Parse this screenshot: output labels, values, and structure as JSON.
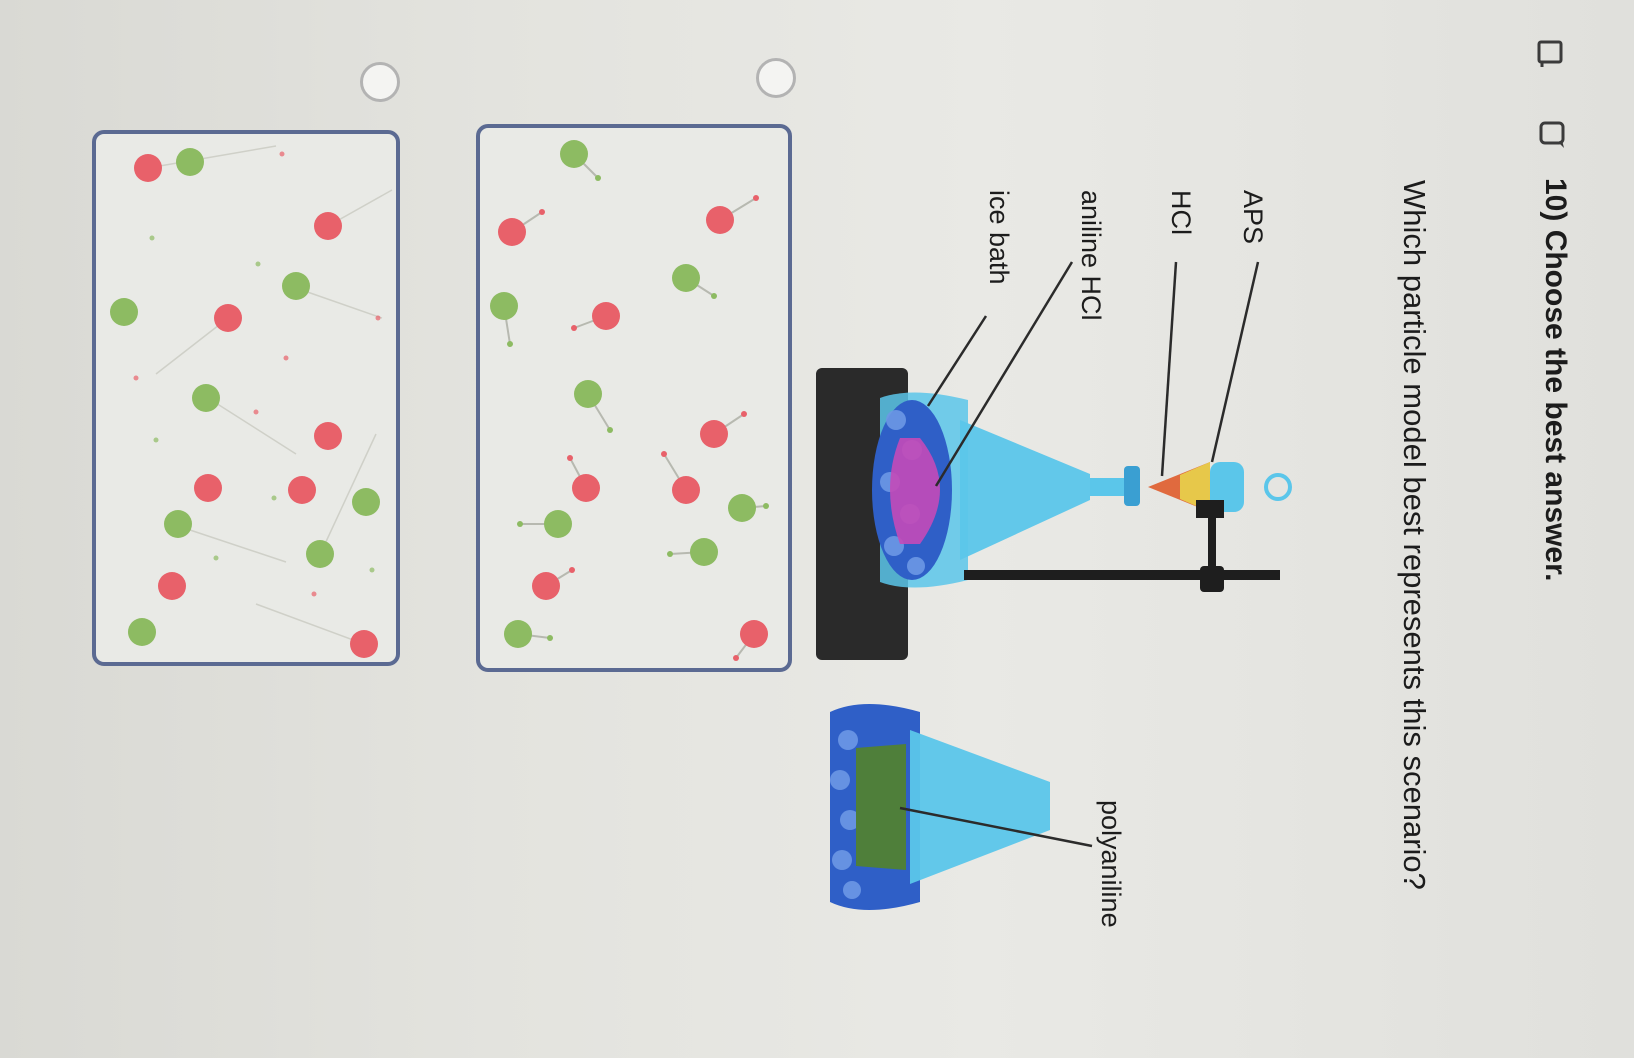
{
  "question": {
    "title": "10) Choose the best answer.",
    "text": "Which particle model best represents this scenario?"
  },
  "icons": {
    "flag": "flag-icon",
    "comment": "comment-icon"
  },
  "diagram": {
    "labels": {
      "aps": "APS",
      "hcl": "HCl",
      "aniline_hcl": "aniline HCl",
      "ice_bath": "ice bath",
      "polyaniline": "polyaniline"
    }
  },
  "options": [
    {
      "id": "A",
      "selected": false
    },
    {
      "id": "B",
      "selected": false
    }
  ],
  "colors": {
    "red_particle": "#e8616a",
    "green_particle": "#8dbb62",
    "box_border": "#5b6a92",
    "flask": "#5bc6ea",
    "ice": "#2f5fc7",
    "magenta_solution": "#c44ab8",
    "green_solution": "#4f7f3a",
    "base": "#2a2a2a"
  }
}
